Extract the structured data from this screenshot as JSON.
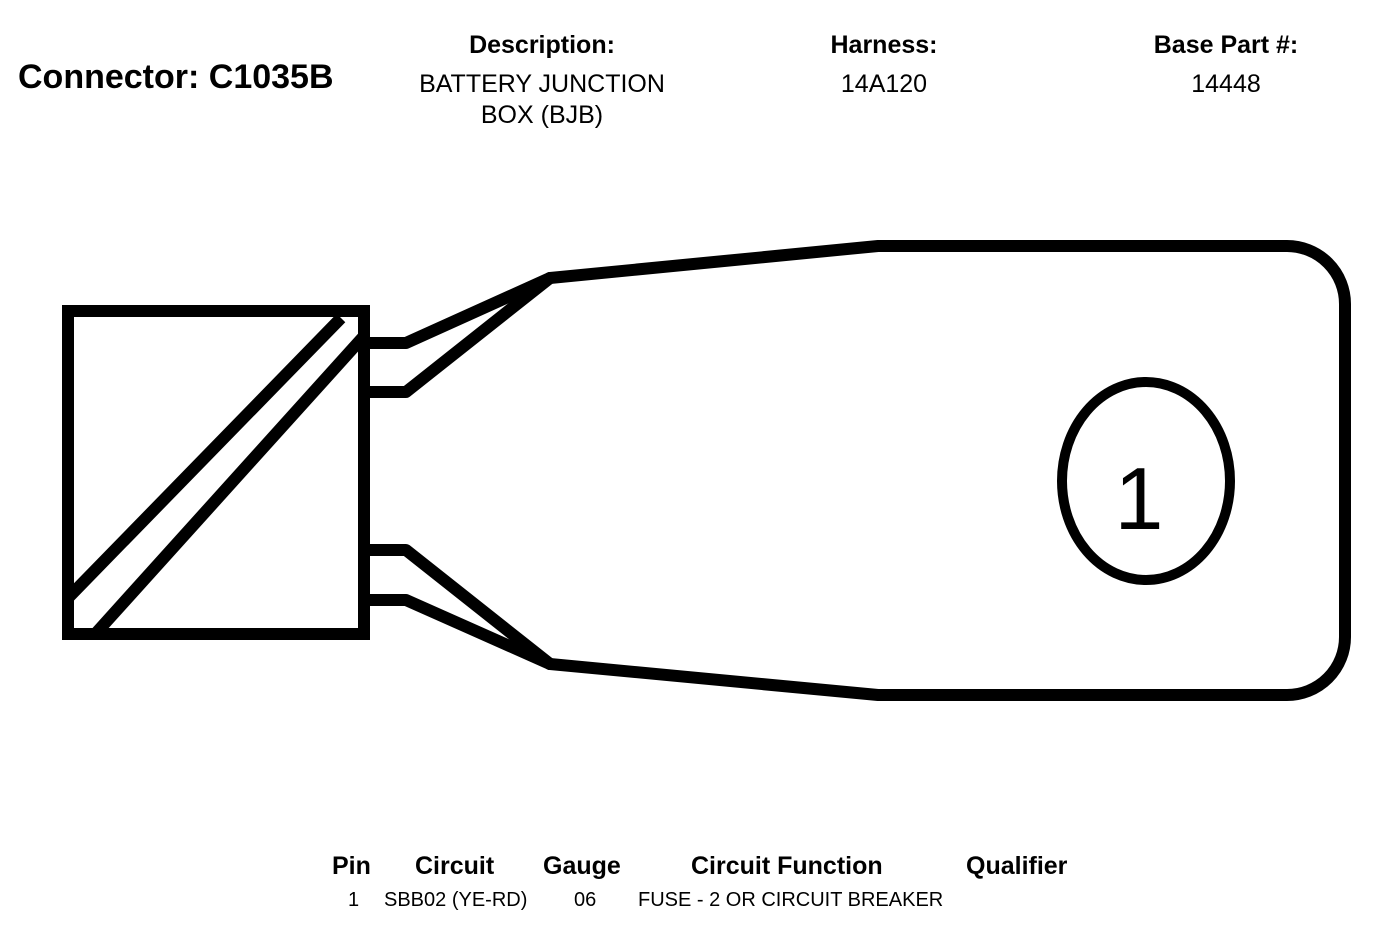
{
  "connector": {
    "title": "Connector: C1035B"
  },
  "header": {
    "description_label": "Description:",
    "description_value": "BATTERY JUNCTION BOX (BJB)",
    "harness_label": "Harness:",
    "harness_value": "14A120",
    "base_part_label": "Base Part #:",
    "base_part_value": "14448"
  },
  "diagram": {
    "pin_label": "1",
    "line_color": "#000000",
    "background_color": "#ffffff"
  },
  "pin_table": {
    "headers": {
      "pin": "Pin",
      "circuit": "Circuit",
      "gauge": "Gauge",
      "circuit_function": "Circuit Function",
      "qualifier": "Qualifier"
    },
    "rows": [
      {
        "pin": "1",
        "circuit": "SBB02 (YE-RD)",
        "gauge": "06",
        "circuit_function": "FUSE - 2 OR CIRCUIT BREAKER",
        "qualifier": ""
      }
    ]
  }
}
